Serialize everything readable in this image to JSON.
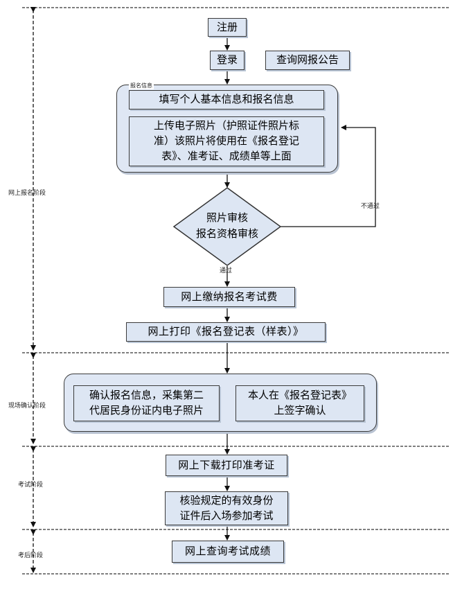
{
  "stages": {
    "online": "网上报名阶段",
    "onsite": "现场确认阶段",
    "exam": "考试阶段",
    "after": "考后阶段"
  },
  "nodes": {
    "register": "注册",
    "login": "登录",
    "query_notice": "查询网报公告",
    "group_label": "报名信息",
    "fill_info": "填写个人基本信息和报名信息",
    "upload_photo_line1": "上传电子照片（护照证件照片标",
    "upload_photo_line2": "准）该照片将使用在《报名登记",
    "upload_photo_line3": "表》、准考证、成绩单等上面",
    "review_line1": "照片审核",
    "review_line2": "报名资格审核",
    "pay_fee": "网上缴纳报名考试费",
    "print_form": "网上打印《报名登记表（样表）》",
    "confirm_line1": "确认报名信息，采集第二",
    "confirm_line2": "代居民身份证内电子照片",
    "sign_line1": "本人在《报名登记表》",
    "sign_line2": "上签字确认",
    "download_ticket": "网上下载打印准考证",
    "verify_line1": "核验规定的有效身份",
    "verify_line2": "证件后入场参加考试",
    "query_score": "网上查询考试成绩"
  },
  "edges": {
    "fail": "不通过",
    "pass": "通过"
  }
}
